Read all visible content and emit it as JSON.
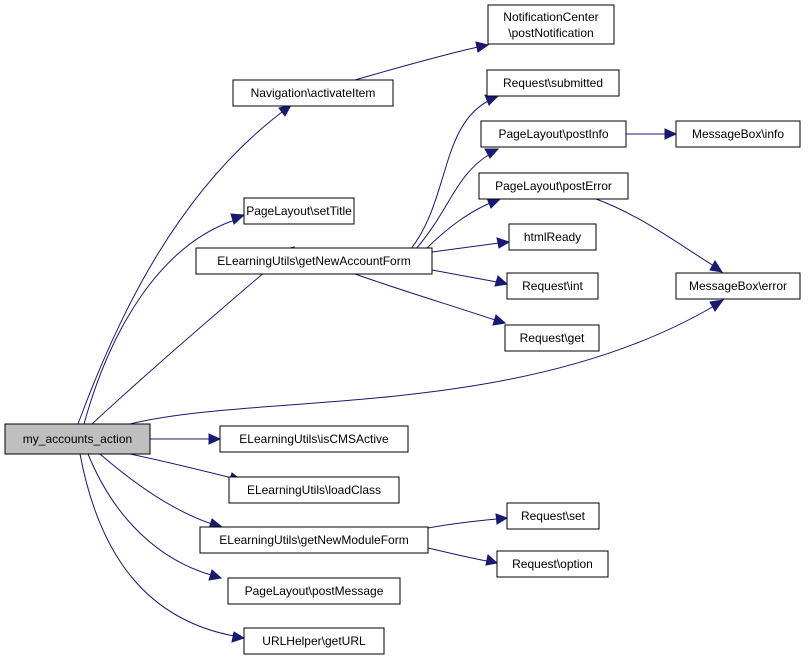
{
  "colors": {
    "edge": "#191970",
    "node_fill": "#ffffff",
    "root_fill": "#bfbfbf",
    "node_stroke": "#000000"
  },
  "nodes": {
    "root": {
      "lines": [
        "my_accounts_action"
      ]
    },
    "nav_activate": {
      "lines": [
        "Navigation\\activateItem"
      ]
    },
    "notif_post": {
      "lines": [
        "NotificationCenter",
        "\\postNotification"
      ]
    },
    "pl_settitle": {
      "lines": [
        "PageLayout\\setTitle"
      ]
    },
    "elu_newaccount": {
      "lines": [
        "ELearningUtils\\getNewAccountForm"
      ]
    },
    "req_submitted": {
      "lines": [
        "Request\\submitted"
      ]
    },
    "pl_postinfo": {
      "lines": [
        "PageLayout\\postInfo"
      ]
    },
    "mb_info": {
      "lines": [
        "MessageBox\\info"
      ]
    },
    "pl_posterror": {
      "lines": [
        "PageLayout\\postError"
      ]
    },
    "htmlready": {
      "lines": [
        "htmlReady"
      ]
    },
    "mb_error": {
      "lines": [
        "MessageBox\\error"
      ]
    },
    "req_int": {
      "lines": [
        "Request\\int"
      ]
    },
    "req_get": {
      "lines": [
        "Request\\get"
      ]
    },
    "elu_iscms": {
      "lines": [
        "ELearningUtils\\isCMSActive"
      ]
    },
    "elu_loadclass": {
      "lines": [
        "ELearningUtils\\loadClass"
      ]
    },
    "elu_newmodule": {
      "lines": [
        "ELearningUtils\\getNewModuleForm"
      ]
    },
    "req_set": {
      "lines": [
        "Request\\set"
      ]
    },
    "req_option": {
      "lines": [
        "Request\\option"
      ]
    },
    "pl_postmessage": {
      "lines": [
        "PageLayout\\postMessage"
      ]
    },
    "url_get": {
      "lines": [
        "URLHelper\\getURL"
      ]
    }
  }
}
